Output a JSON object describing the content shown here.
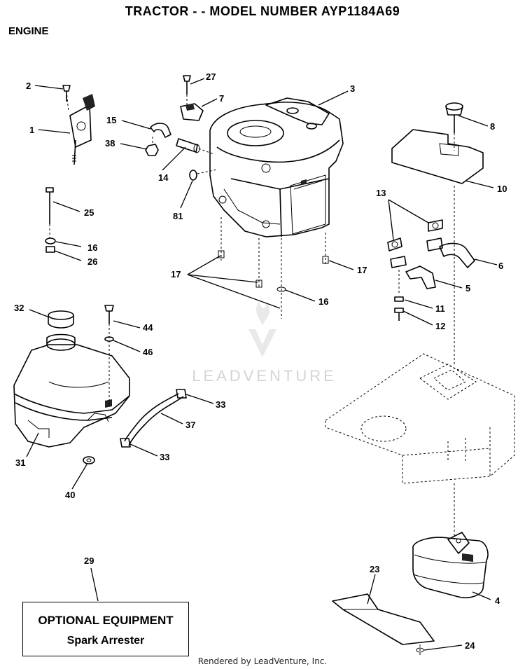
{
  "page": {
    "title": "TRACTOR - - MODEL NUMBER AYP1184A69",
    "section": "ENGINE",
    "footer": "Rendered by LeadVenture, Inc.",
    "watermark": "LEADVENTURE"
  },
  "optional_box": {
    "title": "OPTIONAL EQUIPMENT",
    "item": "Spark Arrester"
  },
  "callouts": {
    "c1": "1",
    "c2": "2",
    "c3": "3",
    "c4": "4",
    "c5": "5",
    "c6": "6",
    "c7": "7",
    "c8": "8",
    "c10": "10",
    "c11": "11",
    "c12": "12",
    "c13": "13",
    "c14": "14",
    "c15": "15",
    "c16a": "16",
    "c16b": "16",
    "c17a": "17",
    "c17b": "17",
    "c23": "23",
    "c24": "24",
    "c25": "25",
    "c26": "26",
    "c27": "27",
    "c29": "29",
    "c31": "31",
    "c32": "32",
    "c33a": "33",
    "c33b": "33",
    "c37": "37",
    "c38": "38",
    "c40": "40",
    "c44": "44",
    "c46": "46",
    "c81": "81"
  }
}
